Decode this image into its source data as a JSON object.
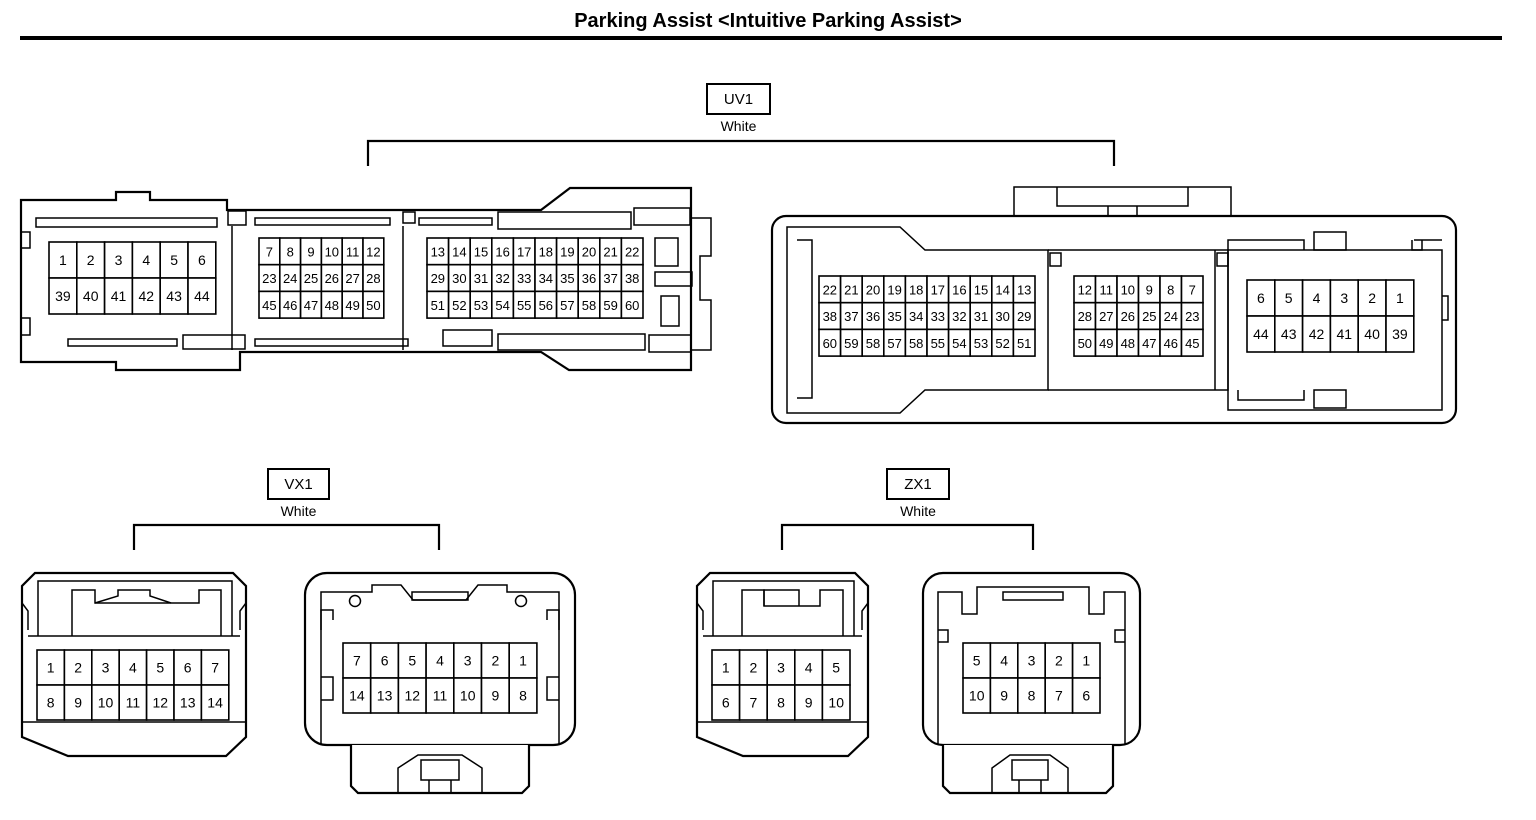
{
  "title": "Parking Assist <Intuitive Parking Assist>",
  "connectors": [
    {
      "id": "UV1",
      "color": "White",
      "views": [
        {
          "side": "left",
          "pin_blocks": [
            [
              [
                "1",
                "2",
                "3",
                "4",
                "5",
                "6"
              ],
              [
                "39",
                "40",
                "41",
                "42",
                "43",
                "44"
              ]
            ],
            [
              [
                "7",
                "8",
                "9",
                "10",
                "11",
                "12"
              ],
              [
                "23",
                "24",
                "25",
                "26",
                "27",
                "28"
              ],
              [
                "45",
                "46",
                "47",
                "48",
                "49",
                "50"
              ]
            ],
            [
              [
                "13",
                "14",
                "15",
                "16",
                "17",
                "18",
                "19",
                "20",
                "21",
                "22"
              ],
              [
                "29",
                "30",
                "31",
                "32",
                "33",
                "34",
                "35",
                "36",
                "37",
                "38"
              ],
              [
                "51",
                "52",
                "53",
                "54",
                "55",
                "56",
                "57",
                "58",
                "59",
                "60"
              ]
            ]
          ]
        },
        {
          "side": "right",
          "pin_blocks": [
            [
              [
                "22",
                "21",
                "20",
                "19",
                "18",
                "17",
                "16",
                "15",
                "14",
                "13"
              ],
              [
                "38",
                "37",
                "36",
                "35",
                "34",
                "33",
                "32",
                "31",
                "30",
                "29"
              ],
              [
                "60",
                "59",
                "58",
                "57",
                "58",
                "55",
                "54",
                "53",
                "52",
                "51"
              ]
            ],
            [
              [
                "12",
                "11",
                "10",
                "9",
                "8",
                "7"
              ],
              [
                "28",
                "27",
                "26",
                "25",
                "24",
                "23"
              ],
              [
                "50",
                "49",
                "48",
                "47",
                "46",
                "45"
              ]
            ],
            [
              [
                "6",
                "5",
                "4",
                "3",
                "2",
                "1"
              ],
              [
                "44",
                "43",
                "42",
                "41",
                "40",
                "39"
              ]
            ]
          ]
        }
      ]
    },
    {
      "id": "VX1",
      "color": "White",
      "views": [
        {
          "side": "left",
          "pin_blocks": [
            [
              [
                "1",
                "2",
                "3",
                "4",
                "5",
                "6",
                "7"
              ],
              [
                "8",
                "9",
                "10",
                "11",
                "12",
                "13",
                "14"
              ]
            ]
          ]
        },
        {
          "side": "right",
          "pin_blocks": [
            [
              [
                "7",
                "6",
                "5",
                "4",
                "3",
                "2",
                "1"
              ],
              [
                "14",
                "13",
                "12",
                "11",
                "10",
                "9",
                "8"
              ]
            ]
          ]
        }
      ]
    },
    {
      "id": "ZX1",
      "color": "White",
      "views": [
        {
          "side": "left",
          "pin_blocks": [
            [
              [
                "1",
                "2",
                "3",
                "4",
                "5"
              ],
              [
                "6",
                "7",
                "8",
                "9",
                "10"
              ]
            ]
          ]
        },
        {
          "side": "right",
          "pin_blocks": [
            [
              [
                "5",
                "4",
                "3",
                "2",
                "1"
              ],
              [
                "10",
                "9",
                "8",
                "7",
                "6"
              ]
            ]
          ]
        }
      ]
    }
  ]
}
